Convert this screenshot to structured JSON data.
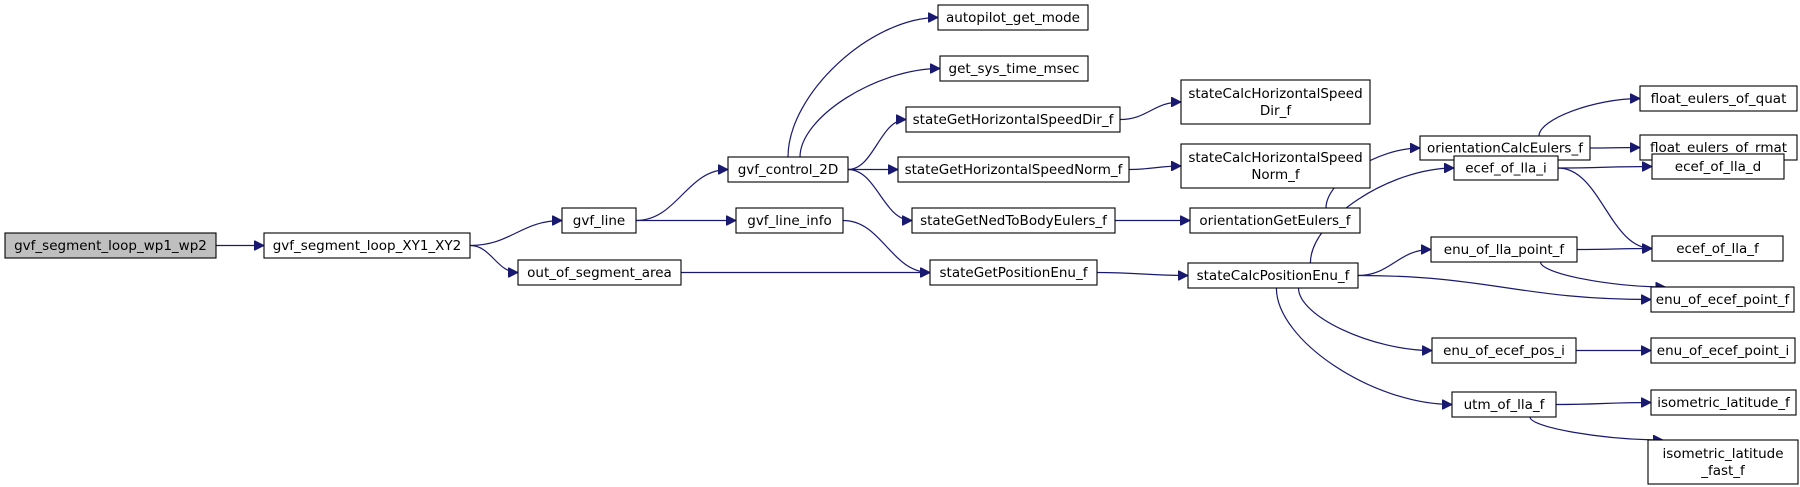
{
  "graph": {
    "root": "gvf_segment_loop_wp1_wp2",
    "colors": {
      "edge": "#191970",
      "root_fill": "#bfbfbf",
      "node_fill": "#ffffff",
      "border": "#000000"
    },
    "nodes": [
      {
        "id": "gvf_segment_loop_wp1_wp2",
        "lines": [
          "gvf_segment_loop_wp1_wp2"
        ]
      },
      {
        "id": "gvf_segment_loop_XY1_XY2",
        "lines": [
          "gvf_segment_loop_XY1_XY2"
        ]
      },
      {
        "id": "gvf_line",
        "lines": [
          "gvf_line"
        ]
      },
      {
        "id": "out_of_segment_area",
        "lines": [
          "out_of_segment_area"
        ]
      },
      {
        "id": "gvf_control_2D",
        "lines": [
          "gvf_control_2D"
        ]
      },
      {
        "id": "gvf_line_info",
        "lines": [
          "gvf_line_info"
        ]
      },
      {
        "id": "autopilot_get_mode",
        "lines": [
          "autopilot_get_mode"
        ]
      },
      {
        "id": "get_sys_time_msec",
        "lines": [
          "get_sys_time_msec"
        ]
      },
      {
        "id": "stateGetHorizontalSpeedDir_f",
        "lines": [
          "stateGetHorizontalSpeedDir_f"
        ]
      },
      {
        "id": "stateGetHorizontalSpeedNorm_f",
        "lines": [
          "stateGetHorizontalSpeedNorm_f"
        ]
      },
      {
        "id": "stateGetNedToBodyEulers_f",
        "lines": [
          "stateGetNedToBodyEulers_f"
        ]
      },
      {
        "id": "stateGetPositionEnu_f",
        "lines": [
          "stateGetPositionEnu_f"
        ]
      },
      {
        "id": "stateCalcHorizontalSpeedDir_f",
        "lines": [
          "stateCalcHorizontalSpeed",
          "Dir_f"
        ]
      },
      {
        "id": "stateCalcHorizontalSpeedNorm_f",
        "lines": [
          "stateCalcHorizontalSpeed",
          "Norm_f"
        ]
      },
      {
        "id": "orientationGetEulers_f",
        "lines": [
          "orientationGetEulers_f"
        ]
      },
      {
        "id": "stateCalcPositionEnu_f",
        "lines": [
          "stateCalcPositionEnu_f"
        ]
      },
      {
        "id": "orientationCalcEulers_f",
        "lines": [
          "orientationCalcEulers_f"
        ]
      },
      {
        "id": "ecef_of_lla_i",
        "lines": [
          "ecef_of_lla_i"
        ]
      },
      {
        "id": "enu_of_lla_point_f",
        "lines": [
          "enu_of_lla_point_f"
        ]
      },
      {
        "id": "enu_of_ecef_pos_i",
        "lines": [
          "enu_of_ecef_pos_i"
        ]
      },
      {
        "id": "utm_of_lla_f",
        "lines": [
          "utm_of_lla_f"
        ]
      },
      {
        "id": "float_eulers_of_quat",
        "lines": [
          "float_eulers_of_quat"
        ]
      },
      {
        "id": "float_eulers_of_rmat",
        "lines": [
          "float_eulers_of_rmat"
        ]
      },
      {
        "id": "ecef_of_lla_d",
        "lines": [
          "ecef_of_lla_d"
        ]
      },
      {
        "id": "ecef_of_lla_f",
        "lines": [
          "ecef_of_lla_f"
        ]
      },
      {
        "id": "enu_of_ecef_point_f",
        "lines": [
          "enu_of_ecef_point_f"
        ]
      },
      {
        "id": "enu_of_ecef_point_i",
        "lines": [
          "enu_of_ecef_point_i"
        ]
      },
      {
        "id": "isometric_latitude_f",
        "lines": [
          "isometric_latitude_f"
        ]
      },
      {
        "id": "isometric_latitude_fast_f",
        "lines": [
          "isometric_latitude",
          "_fast_f"
        ]
      }
    ],
    "edges": [
      [
        "gvf_segment_loop_wp1_wp2",
        "gvf_segment_loop_XY1_XY2"
      ],
      [
        "gvf_segment_loop_XY1_XY2",
        "gvf_line"
      ],
      [
        "gvf_segment_loop_XY1_XY2",
        "out_of_segment_area"
      ],
      [
        "gvf_line",
        "gvf_control_2D"
      ],
      [
        "gvf_line",
        "gvf_line_info"
      ],
      [
        "gvf_control_2D",
        "autopilot_get_mode"
      ],
      [
        "gvf_control_2D",
        "get_sys_time_msec"
      ],
      [
        "gvf_control_2D",
        "stateGetHorizontalSpeedDir_f"
      ],
      [
        "gvf_control_2D",
        "stateGetHorizontalSpeedNorm_f"
      ],
      [
        "gvf_control_2D",
        "stateGetNedToBodyEulers_f"
      ],
      [
        "gvf_line_info",
        "stateGetPositionEnu_f"
      ],
      [
        "out_of_segment_area",
        "stateGetPositionEnu_f"
      ],
      [
        "stateGetHorizontalSpeedDir_f",
        "stateCalcHorizontalSpeedDir_f"
      ],
      [
        "stateGetHorizontalSpeedNorm_f",
        "stateCalcHorizontalSpeedNorm_f"
      ],
      [
        "stateGetNedToBodyEulers_f",
        "orientationGetEulers_f"
      ],
      [
        "stateGetPositionEnu_f",
        "stateCalcPositionEnu_f"
      ],
      [
        "orientationGetEulers_f",
        "orientationCalcEulers_f"
      ],
      [
        "orientationCalcEulers_f",
        "float_eulers_of_quat"
      ],
      [
        "orientationCalcEulers_f",
        "float_eulers_of_rmat"
      ],
      [
        "stateCalcPositionEnu_f",
        "ecef_of_lla_i"
      ],
      [
        "stateCalcPositionEnu_f",
        "enu_of_lla_point_f"
      ],
      [
        "stateCalcPositionEnu_f",
        "enu_of_ecef_point_f"
      ],
      [
        "stateCalcPositionEnu_f",
        "enu_of_ecef_pos_i"
      ],
      [
        "stateCalcPositionEnu_f",
        "utm_of_lla_f"
      ],
      [
        "ecef_of_lla_i",
        "ecef_of_lla_d"
      ],
      [
        "ecef_of_lla_i",
        "ecef_of_lla_f"
      ],
      [
        "enu_of_lla_point_f",
        "ecef_of_lla_f"
      ],
      [
        "enu_of_lla_point_f",
        "enu_of_ecef_point_f"
      ],
      [
        "enu_of_ecef_pos_i",
        "enu_of_ecef_point_i"
      ],
      [
        "utm_of_lla_f",
        "isometric_latitude_f"
      ],
      [
        "utm_of_lla_f",
        "isometric_latitude_fast_f"
      ]
    ]
  }
}
